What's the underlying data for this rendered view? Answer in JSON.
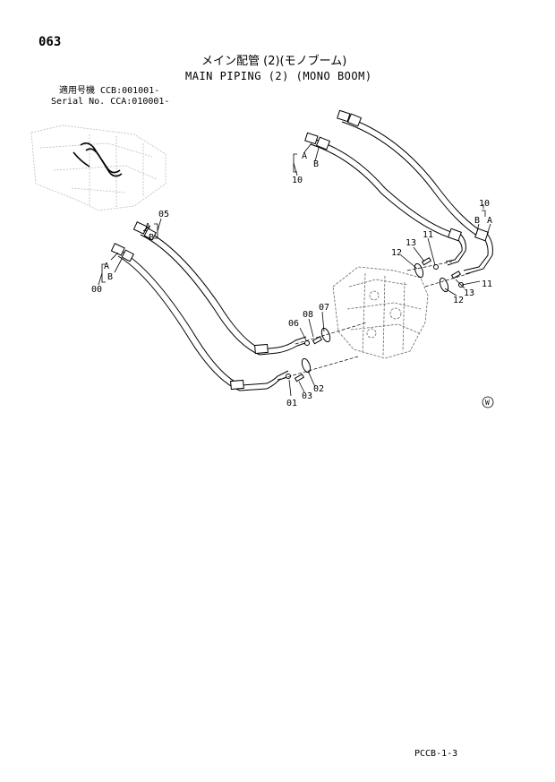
{
  "header": {
    "page_number": "063",
    "title_jp": "メイン配管 (2)(モノブーム)",
    "title_en": "MAIN PIPING (2) (MONO BOOM)",
    "serial_line1": "適用号機 CCB:001001-",
    "serial_line2": "Serial No. CCA:010001-"
  },
  "callouts": {
    "p00": "00",
    "p01": "01",
    "p02": "02",
    "p03": "03",
    "p05": "05",
    "p06": "06",
    "p07": "07",
    "p08": "08",
    "p10_left": "10",
    "p10_right": "10",
    "p11_top": "11",
    "p11_bottom": "11",
    "p12_left": "12",
    "p12_right": "12",
    "p13_left": "13",
    "p13_right": "13",
    "a_00": "A",
    "b_00": "B",
    "a_05": "A",
    "b_05": "B",
    "a_10": "A",
    "b_10": "B",
    "a_10r": "A",
    "b_10r": "B",
    "w_mark": "W"
  },
  "footer": {
    "code": "PCCB-1-3"
  }
}
